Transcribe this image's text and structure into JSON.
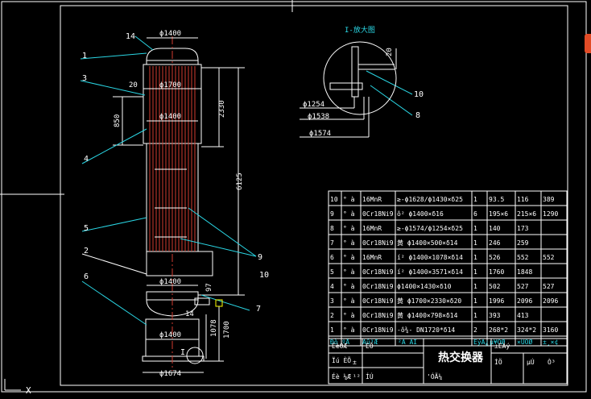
{
  "drawing": {
    "part_labels": [
      "1",
      "3",
      "4",
      "5",
      "6",
      "2",
      "9",
      "10",
      "7",
      "14",
      "10",
      "8"
    ],
    "dims": {
      "top_dia": "ϕ1400",
      "mid_dia": "ϕ1700",
      "inner_dia": "ϕ1400",
      "d20": "20",
      "d850": "850",
      "d2330": "2330",
      "d6125": "6125",
      "d97": "97",
      "d1078": "1078",
      "d1700": "1700",
      "lower_dia": "ϕ1400",
      "base_dia": "ϕ1400",
      "foot_dia": "ϕ1674",
      "d14": "14",
      "foot_label": "I"
    },
    "detail": {
      "title": "I-放大图",
      "d20": "20",
      "ring1": "ϕ1254",
      "ring2": "ϕ1538",
      "ring3": "ϕ1574",
      "label10": "10",
      "label8": "8"
    }
  },
  "bom": {
    "rows": [
      {
        "no": "10",
        "sym": "°  à",
        "mat": "16MnR",
        "name": "≥-ϕ1628/ϕ1430×δ25",
        "qty": "1",
        "w1": "93.5",
        "w2": "116",
        "w3": "389"
      },
      {
        "no": "9",
        "sym": "°  à",
        "mat": "0Cr18Ni9",
        "name": "ô²    ϕ1400×δ16",
        "qty": "6",
        "w1": "195×6",
        "w2": "215×6",
        "w3": "1290"
      },
      {
        "no": "8",
        "sym": "°  à",
        "mat": "16MnR",
        "name": "≥-ϕ1574/ϕ1254×δ25",
        "qty": "1",
        "w1": "140",
        "w2": "173",
        "w3": ""
      },
      {
        "no": "7",
        "sym": "°  à",
        "mat": "0Cr18Ni9",
        "name": "黄 ϕ1400×500×δ14",
        "qty": "1",
        "w1": "246",
        "w2": "259",
        "w3": ""
      },
      {
        "no": "6",
        "sym": "°  à",
        "mat": "16MnR",
        "name": "í²  ϕ1400×1078×δ14",
        "qty": "1",
        "w1": "526",
        "w2": "552",
        "w3": "552"
      },
      {
        "no": "5",
        "sym": "°  à",
        "mat": "0Cr18Ni9",
        "name": "í²  ϕ1400×3571×δ14",
        "qty": "1",
        "w1": "1760",
        "w2": "1848",
        "w3": ""
      },
      {
        "no": "4",
        "sym": "°  à",
        "mat": "0Cr18Ni9",
        "name": "  ϕ1400×1430×δ10",
        "qty": "1",
        "w1": "502",
        "w2": "527",
        "w3": "527"
      },
      {
        "no": "3",
        "sym": "°  à",
        "mat": "0Cr18Ni9",
        "name": "黄 ϕ1700×2330×δ20",
        "qty": "1",
        "w1": "1996",
        "w2": "2096",
        "w3": "2096"
      },
      {
        "no": "2",
        "sym": "°  à",
        "mat": "0Cr18Ni9",
        "name": "黄 ϕ1400×798×δ14",
        "qty": "1",
        "w1": "393",
        "w2": "413",
        "w3": ""
      },
      {
        "no": "1",
        "sym": "°  à",
        "mat": "0Cr18Ni9",
        "name": "-ô¾-    DN1720*δ14",
        "qty": "2",
        "w1": "268*2",
        "w2": "324*2",
        "w3": "3160"
      }
    ],
    "header": [
      "Đò ºÅ",
      "Ãû³Æ",
      "²Ä ÁÏ",
      "ÊýÁ¿",
      "µ¥ÖØ",
      "×ÜÖØ",
      "±¸×¢"
    ],
    "title_block": {
      "title": "热交换器",
      "c1": "ÉèÓÆ",
      "c2": "ÈÕ",
      "c3": "Ïú ÈÕ",
      "c4": "Éè ¼Æ",
      "c5": "ÍÚ",
      "c6": "±ÈÀý",
      "c7": "ÍÖ",
      "c8": "µÚ",
      "c9": "Ò³",
      "c10": "¹²",
      "c11": "±",
      "c12": "'ÓÃ¼"
    }
  },
  "ucs": {
    "x_label": "X"
  }
}
